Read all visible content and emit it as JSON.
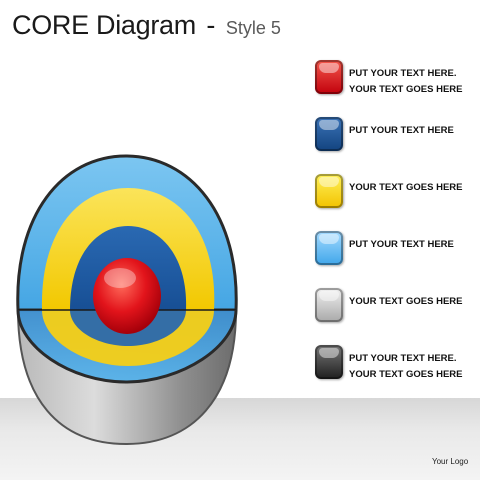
{
  "title": {
    "main": "CORE Diagram",
    "separator": "-",
    "style": "Style 5"
  },
  "legend": [
    {
      "text": "PUT YOUR TEXT HERE. YOUR TEXT GOES HERE",
      "icon": "red-swatch-icon"
    },
    {
      "text": "PUT YOUR TEXT HERE",
      "icon": "navy-swatch-icon"
    },
    {
      "text": "YOUR TEXT GOES HERE",
      "icon": "yellow-swatch-icon"
    },
    {
      "text": "PUT YOUR TEXT HERE",
      "icon": "sky-blue-swatch-icon"
    },
    {
      "text": "YOUR TEXT GOES HERE",
      "icon": "silver-swatch-icon"
    },
    {
      "text": "PUT YOUR TEXT HERE. YOUR TEXT GOES HERE",
      "icon": "black-swatch-icon"
    }
  ],
  "layer_colors": {
    "core": "#e0101a",
    "inner": "#1f5fa8",
    "middle": "#f8d80a",
    "outer": "#52b4ec",
    "shell": "#a9a9a9",
    "outline": "#333333"
  },
  "logo": "Your Logo"
}
